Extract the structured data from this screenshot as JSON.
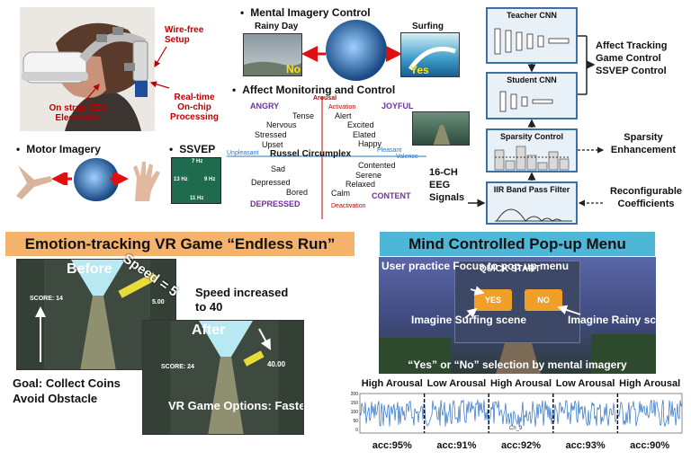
{
  "headset": {
    "wire_free": "Wire-free Setup",
    "on_strap": "On strap EEG Electrodes",
    "realtime": "Real-time On-chip Processing"
  },
  "mental": {
    "heading": "Mental Imagery Control",
    "rainy": "Rainy Day",
    "surfing": "Surfing",
    "no": "No",
    "yes": "Yes"
  },
  "affect": {
    "heading": "Affect Monitoring and Control",
    "quadrants": [
      "ANGRY",
      "JOYFUL",
      "DEPRESSED",
      "CONTENT"
    ],
    "axes": [
      "Arousal",
      "Activation",
      "Unpleasant",
      "Pleasant",
      "Valence",
      "Deactivation"
    ],
    "center": "Russel Circumplex",
    "words": [
      "Tense",
      "Alert",
      "Nervous",
      "Excited",
      "Stressed",
      "Elated",
      "Upset",
      "Happy",
      "Contented",
      "Serene",
      "Sad",
      "Relaxed",
      "Depressed",
      "Bored",
      "Calm"
    ]
  },
  "motor": {
    "heading": "Motor Imagery",
    "ssvep_heading": "SSVEP",
    "freqs": [
      "7 Hz",
      "13 Hz",
      "9 Hz",
      "11 Hz"
    ]
  },
  "pipeline": {
    "teacher": "Teacher CNN",
    "student": "Student CNN",
    "sparsity": "Sparsity Control",
    "iir": "IIR Band Pass Filter",
    "outputs": "Affect Tracking Game Control SSVEP Control",
    "sparsity_enh": "Sparsity Enhancement",
    "reconfig": "Reconfigurable Coefficients",
    "eeg_in": "16-CH EEG Signals"
  },
  "game": {
    "banner": "Emotion-tracking VR Game “Endless Run”",
    "before": "Before",
    "after": "After",
    "speed_tag": "Speed = 5",
    "speed_before": "5.00",
    "speed_after": "40.00",
    "speed_note": "Speed increased to 40",
    "score1": "SCORE: 14",
    "score2": "SCORE: 24",
    "goal": "Goal: Collect Coins Avoid Obstacle",
    "options": "VR Game Options: Faster/ Slower"
  },
  "menu": {
    "banner": "Mind Controlled Pop-up Menu",
    "practice": "User practice Focus to pop up menu",
    "quick": "QUICK START",
    "yes_btn": "YES",
    "no_btn": "NO",
    "imagine_surf": "Imagine Surfing scene",
    "imagine_rainy": "Imagine Rainy scene",
    "selection": "“Yes” or “No” selection by mental imagery"
  },
  "eeg": {
    "segments": [
      {
        "label": "High Arousal",
        "acc": "acc:95%"
      },
      {
        "label": "Low Arousal",
        "acc": "acc:91%"
      },
      {
        "label": "High Arousal",
        "acc": "acc:92%"
      },
      {
        "label": "Low Arousal",
        "acc": "acc:93%"
      },
      {
        "label": "High Arousal",
        "acc": "acc:90%"
      }
    ],
    "yticks": [
      "200",
      "150",
      "100",
      "50",
      "0"
    ],
    "legend": "Ch_9"
  }
}
